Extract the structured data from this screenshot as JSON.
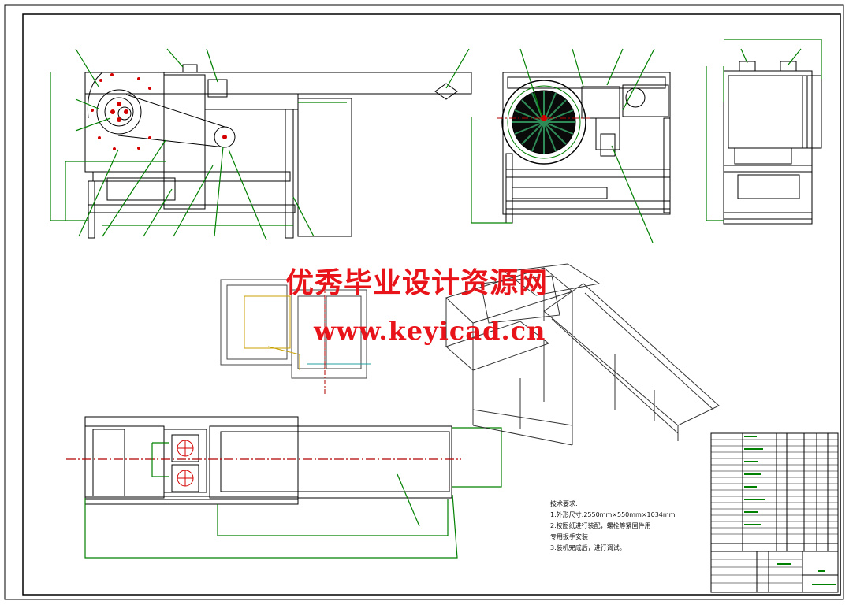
{
  "watermark": {
    "title": "优秀毕业设计资源网",
    "url": "www.keyicad.cn"
  },
  "tech_notes": {
    "heading": "技术要求:",
    "lines": [
      "1.外形尺寸:2550mm×550mm×1034mm",
      "2.按图纸进行装配，螺栓等紧固件用",
      "专用扳手安装",
      "3.装机完成后，进行调试。"
    ]
  },
  "colors": {
    "drawing_line": "#000000",
    "dimension_line": "#008000",
    "center_line": "#b00000",
    "watermark": "#e8141a",
    "part_red": "#d40000"
  }
}
